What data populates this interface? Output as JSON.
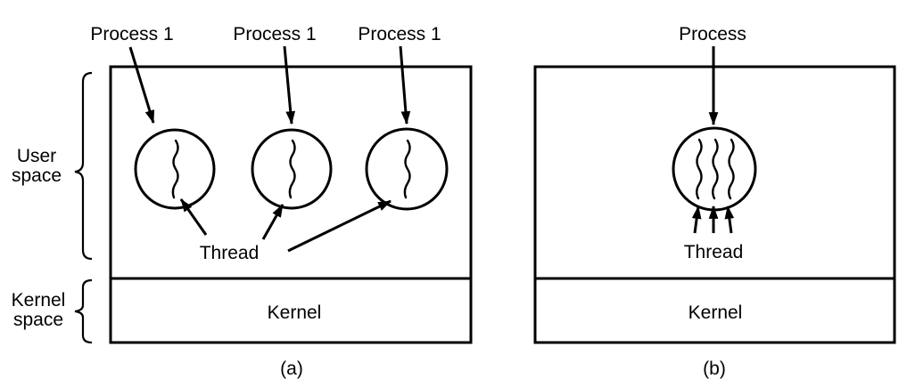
{
  "page": {
    "background": "#ffffff",
    "line_color": "#000000"
  },
  "panel_a": {
    "process_labels": [
      "Process 1",
      "Process 1",
      "Process 1"
    ],
    "thread_label": "Thread",
    "kernel_label": "Kernel",
    "caption": "(a)"
  },
  "panel_b": {
    "process_label": "Process",
    "thread_label": "Thread",
    "kernel_label": "Kernel",
    "caption": "(b)"
  },
  "side_labels": {
    "user_space": {
      "line1": "User",
      "line2": "space"
    },
    "kernel_space": {
      "line1": "Kernel",
      "line2": "space"
    }
  }
}
